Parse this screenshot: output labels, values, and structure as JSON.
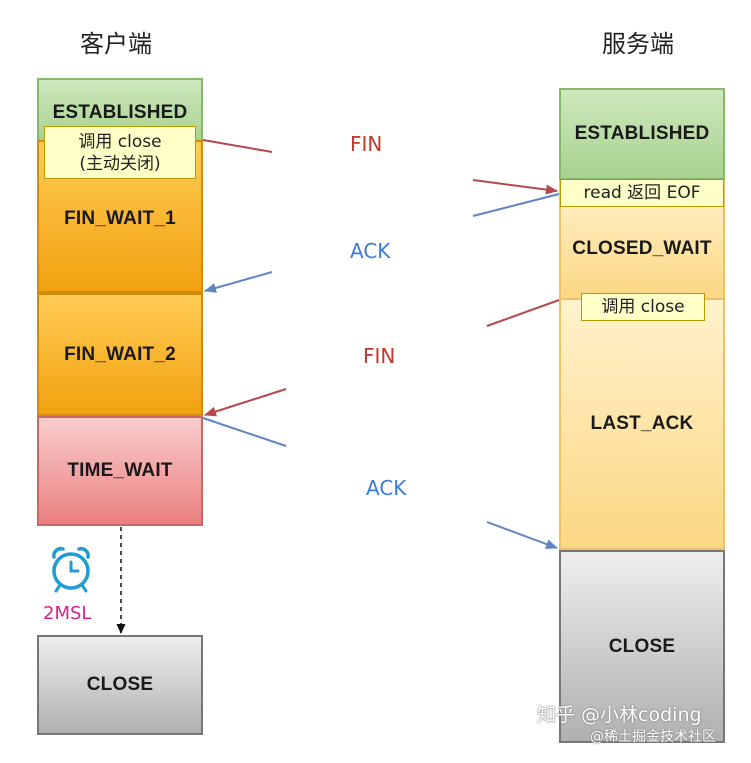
{
  "client": {
    "title": "客户端",
    "states": {
      "established": "ESTABLISHED",
      "fin_wait_1": "FIN_WAIT_1",
      "fin_wait_2": "FIN_WAIT_2",
      "time_wait": "TIME_WAIT",
      "close": "CLOSE"
    },
    "note_line1": "调用 close",
    "note_line2": "(主动关闭)",
    "timer_label": "2MSL"
  },
  "server": {
    "title": "服务端",
    "states": {
      "established": "ESTABLISHED",
      "closed_wait": "CLOSED_WAIT",
      "last_ack": "LAST_ACK",
      "close": "CLOSE"
    },
    "note_eof": "read 返回 EOF",
    "note_close": "调用 close"
  },
  "messages": {
    "fin_1": "FIN",
    "ack_1": "ACK",
    "fin_2": "FIN",
    "ack_2": "ACK"
  },
  "colors": {
    "fin_arrow": "#b5484f",
    "ack_arrow": "#5f86c0",
    "timer_label": "#d6208f"
  },
  "icons": {
    "timer": "alarm-clock-icon"
  },
  "watermark": {
    "line1": "知乎 @小林coding",
    "line2": "@稀土掘金技术社区"
  }
}
